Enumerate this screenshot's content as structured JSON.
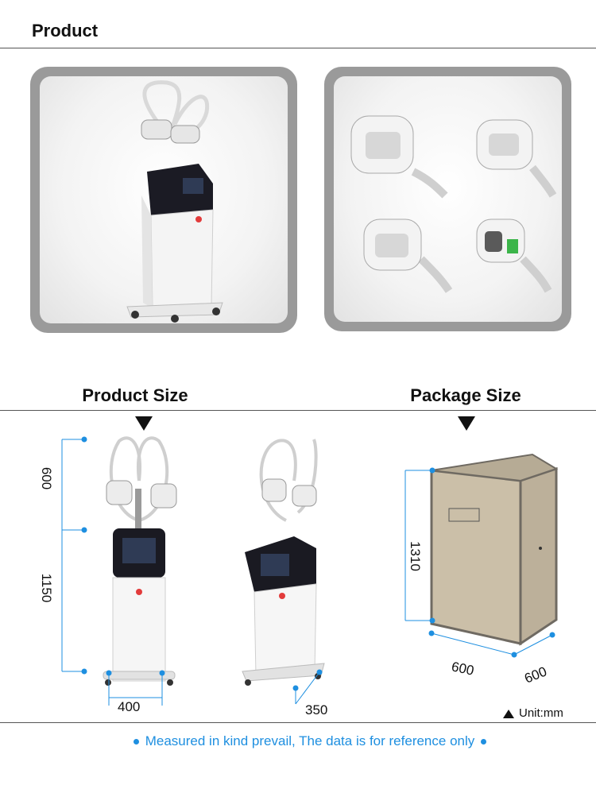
{
  "header": {
    "title": "Product"
  },
  "product_photos": [
    {
      "label": "machine-full-view"
    },
    {
      "label": "applicator-handles"
    }
  ],
  "sizes": {
    "product_title": "Product Size",
    "package_title": "Package Size",
    "product_dims": {
      "upper_height": "600",
      "lower_height": "1150",
      "width": "400",
      "depth": "350"
    },
    "package_dims": {
      "height": "1310",
      "width": "600",
      "depth": "600"
    },
    "unit_label": "Unit:mm"
  },
  "footer": {
    "note": "Measured in kind prevail, The data is for reference only"
  },
  "colors": {
    "accent_blue": "#1e8fe0",
    "frame_gray": "#9a9a9a",
    "crate_wood": "#cbbfa8"
  }
}
